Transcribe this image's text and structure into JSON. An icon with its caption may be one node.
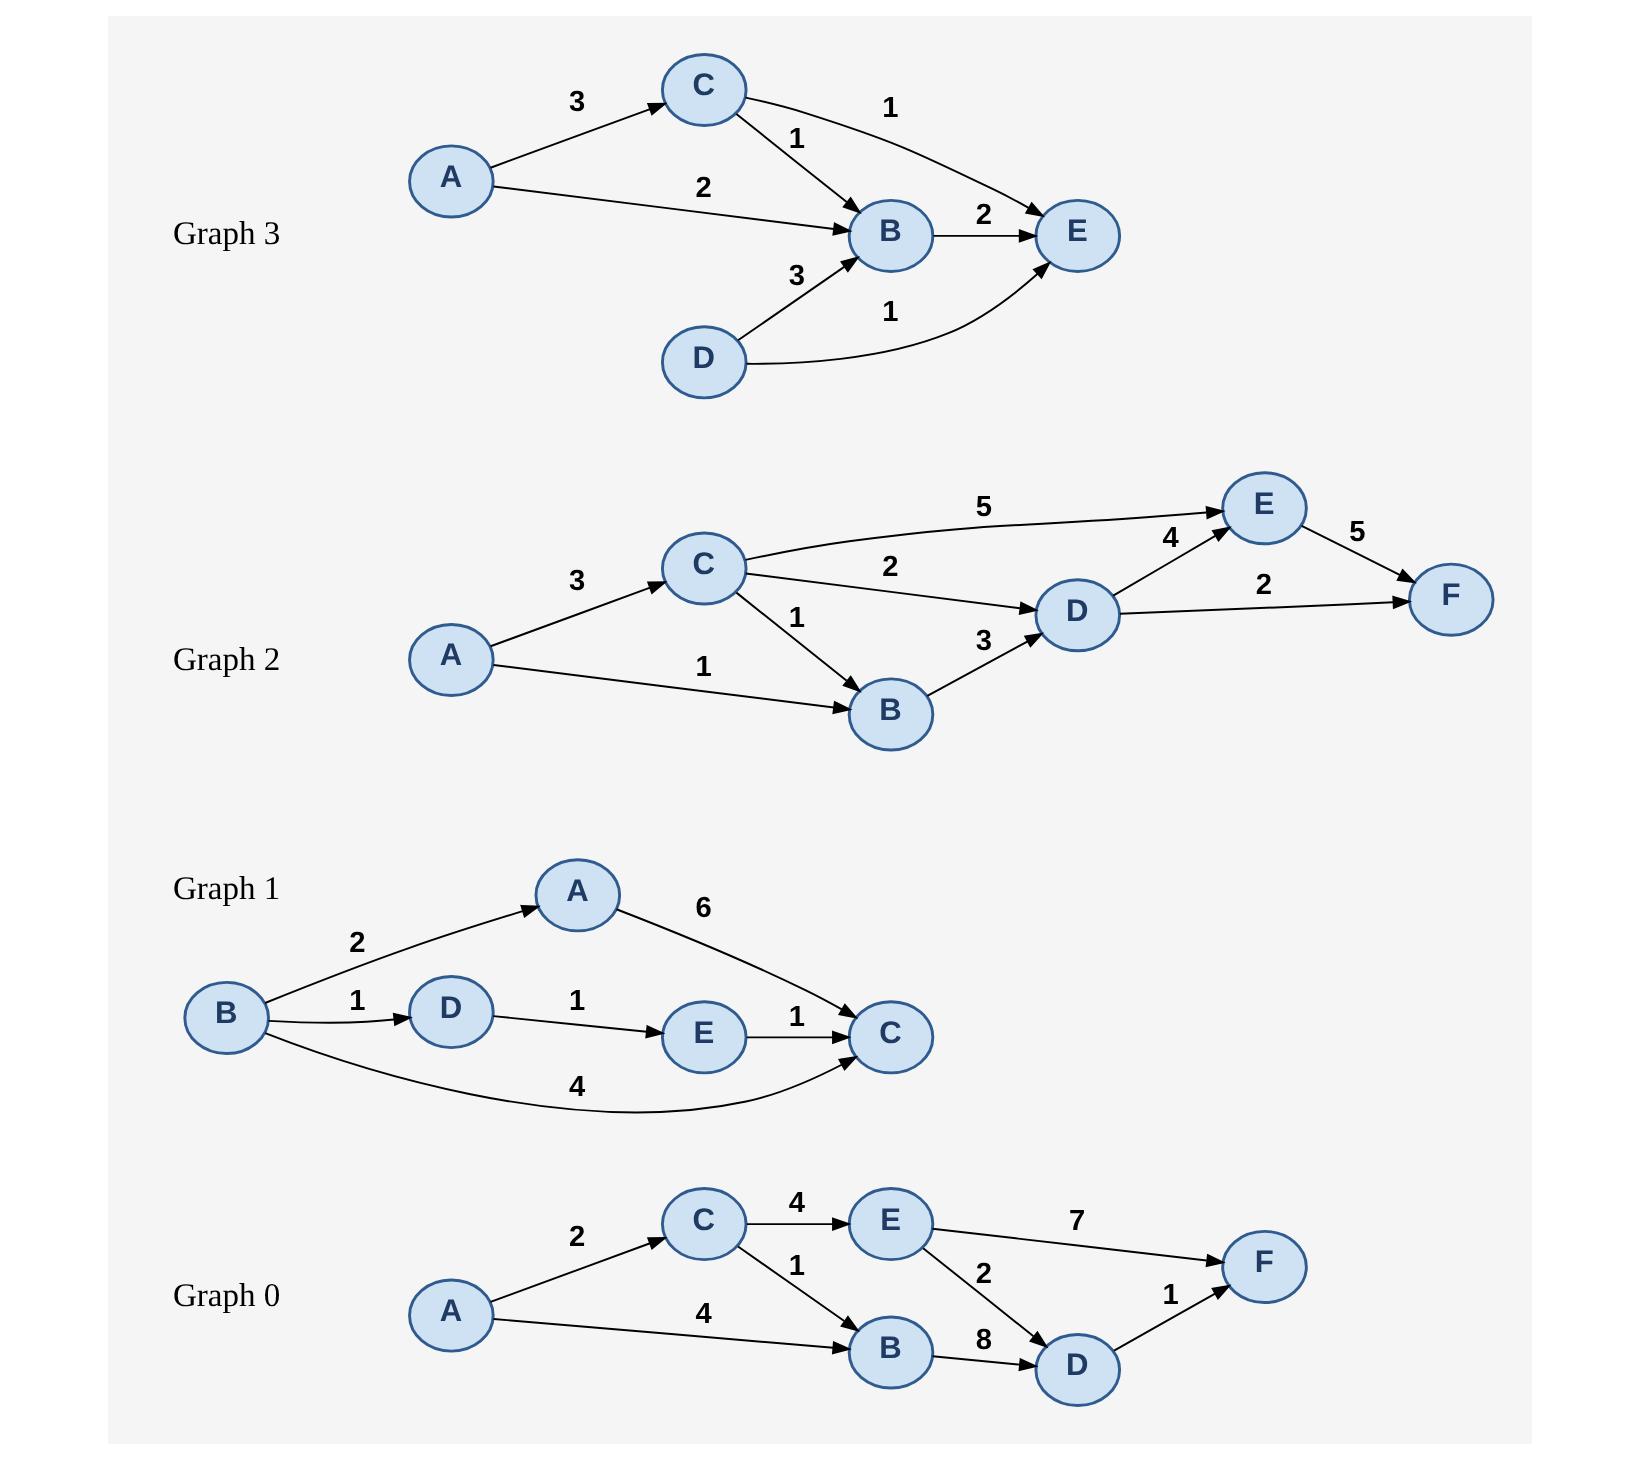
{
  "diagram": {
    "nodes": [
      {
        "text": [
          "A"
        ]
      },
      {
        "text": [
          "B"
        ]
      },
      {
        "text": [
          "C"
        ]
      },
      {
        "text": [
          "D"
        ]
      },
      {
        "text": [
          "E"
        ]
      },
      {
        "text": [
          "F"
        ]
      },
      {
        "text": [
          "A"
        ]
      },
      {
        "text": [
          "B"
        ]
      },
      {
        "text": [
          "C"
        ]
      },
      {
        "text": [
          "D"
        ]
      },
      {
        "text": [
          "E"
        ]
      },
      {
        "text": [
          "A"
        ]
      },
      {
        "text": [
          "B"
        ]
      },
      {
        "text": [
          "C"
        ]
      },
      {
        "text": [
          "D"
        ]
      },
      {
        "text": [
          "E"
        ]
      },
      {
        "text": [
          "F"
        ]
      },
      {
        "text": [
          "A"
        ]
      },
      {
        "text": [
          "B"
        ]
      },
      {
        "text": [
          "C"
        ]
      },
      {
        "text": [
          "D"
        ]
      },
      {
        "text": [
          "E"
        ]
      }
    ],
    "edges": [
      {
        "from": 0,
        "to": 1,
        "arrow": "to",
        "label": "4"
      },
      {
        "from": 0,
        "to": 2,
        "arrow": "to",
        "label": "2"
      },
      {
        "from": 1,
        "to": 3,
        "arrow": "to",
        "label": "8"
      },
      {
        "from": 2,
        "to": 1,
        "arrow": "to",
        "label": "1"
      },
      {
        "from": 2,
        "to": 4,
        "arrow": "to",
        "label": "4"
      },
      {
        "from": 4,
        "to": 3,
        "arrow": "to",
        "label": "2"
      },
      {
        "from": 3,
        "to": 5,
        "arrow": "to",
        "label": "1"
      },
      {
        "from": 4,
        "to": 5,
        "arrow": "to",
        "label": "7"
      },
      {
        "from": 7,
        "to": 9,
        "arrow": "to",
        "label": "1"
      },
      {
        "from": 7,
        "to": 6,
        "arrow": "to",
        "label": "2"
      },
      {
        "from": 7,
        "to": 8,
        "arrow": "to",
        "label": "4"
      },
      {
        "from": 9,
        "to": 10,
        "arrow": "to",
        "label": "1"
      },
      {
        "from": 6,
        "to": 8,
        "arrow": "to",
        "label": "6"
      },
      {
        "from": 10,
        "to": 8,
        "arrow": "to",
        "label": "1"
      },
      {
        "from": 11,
        "to": 12,
        "arrow": "to",
        "label": "1"
      },
      {
        "from": 11,
        "to": 13,
        "arrow": "to",
        "label": "3"
      },
      {
        "from": 12,
        "to": 14,
        "arrow": "to",
        "label": "3"
      },
      {
        "from": 13,
        "to": 12,
        "arrow": "to",
        "label": "1"
      },
      {
        "from": 13,
        "to": 14,
        "arrow": "to",
        "label": "2"
      },
      {
        "from": 14,
        "to": 16,
        "arrow": "to",
        "label": "2"
      },
      {
        "from": 14,
        "to": 15,
        "arrow": "to",
        "label": "4"
      },
      {
        "from": 13,
        "to": 15,
        "arrow": "to",
        "label": "5"
      },
      {
        "from": 15,
        "to": 16,
        "arrow": "to",
        "label": "5"
      },
      {
        "from": 17,
        "to": 18,
        "arrow": "to",
        "label": "2"
      },
      {
        "from": 20,
        "to": 18,
        "arrow": "to",
        "label": "3"
      },
      {
        "from": 17,
        "to": 19,
        "arrow": "to",
        "label": "3"
      },
      {
        "from": 19,
        "to": 18,
        "arrow": "to",
        "label": "1"
      },
      {
        "from": 18,
        "to": 21,
        "arrow": "to",
        "label": "2"
      },
      {
        "from": 20,
        "to": 21,
        "arrow": "to",
        "label": "1"
      },
      {
        "from": 19,
        "to": 21,
        "arrow": "to",
        "label": "1"
      }
    ],
    "labels": [
      "Graph 0",
      "Graph 1",
      "Graph 2",
      "Graph 3"
    ]
  }
}
